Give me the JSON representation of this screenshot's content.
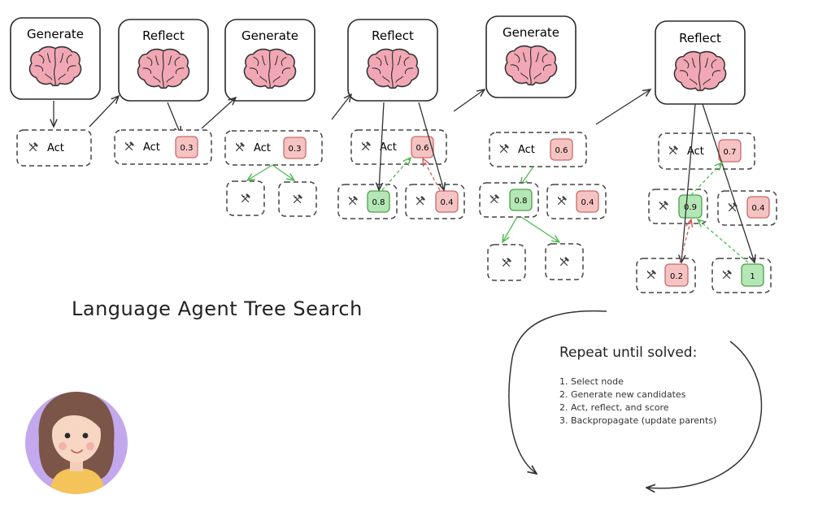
{
  "stages": {
    "generate": "Generate",
    "reflect": "Reflect"
  },
  "act_label": "Act",
  "scores": {
    "s1": "0.3",
    "s2": "0.3",
    "s3_root": "0.6",
    "s3_left": "0.8",
    "s3_right": "0.4",
    "s4_root": "0.6",
    "s4_left": "0.8",
    "s4_right": "0.4",
    "s5_root": "0.7",
    "s5_left": "0.9",
    "s5_right": "0.4",
    "s5_bottom_left": "0.2",
    "s5_bottom_right": "1"
  },
  "title": "Language Agent Tree Search",
  "repeat": {
    "heading": "Repeat until solved:",
    "steps": [
      "1. Select node",
      "2. Generate new candidates",
      "2. Act, reflect, and score",
      "3. Backpropagate (update parents)"
    ]
  },
  "colors": {
    "score_red": "#f6c3c3",
    "score_red_border": "#c96a6a",
    "score_green": "#b5e6b5",
    "score_green_border": "#4f9f4f",
    "arrow_green": "#52b852",
    "arrow_red": "#d85a5a",
    "brain": "#f2a7b4",
    "avatar_bg": "#c3a8ee"
  },
  "icons": {
    "brain": "brain-icon",
    "tool": "hammer-wrench-icon",
    "avatar": "presenter-avatar"
  }
}
